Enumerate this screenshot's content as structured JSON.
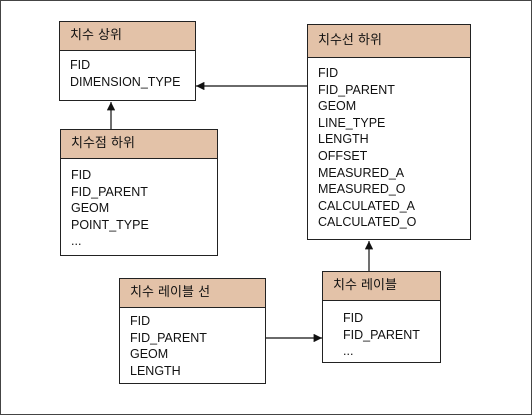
{
  "entities": {
    "dim_parent": {
      "title": "치수 상위",
      "fields": [
        "FID",
        "DIMENSION_TYPE"
      ]
    },
    "dim_line": {
      "title": "치수선 하위",
      "fields": [
        "FID",
        "FID_PARENT",
        "GEOM",
        "LINE_TYPE",
        "LENGTH",
        "OFFSET",
        "MEASURED_A",
        "MEASURED_O",
        "CALCULATED_A",
        "CALCULATED_O"
      ]
    },
    "dim_point": {
      "title": "치수점 하위",
      "fields": [
        "FID",
        "FID_PARENT",
        "GEOM",
        "POINT_TYPE",
        "..."
      ]
    },
    "label_line": {
      "title": "치수 레이블 선",
      "fields": [
        "FID",
        "FID_PARENT",
        "GEOM",
        "LENGTH"
      ]
    },
    "dim_label": {
      "title": "치수 레이블",
      "fields": [
        "FID",
        "FID_PARENT",
        "..."
      ]
    }
  },
  "colors": {
    "header": "#e3c2a8",
    "border": "#222222"
  }
}
